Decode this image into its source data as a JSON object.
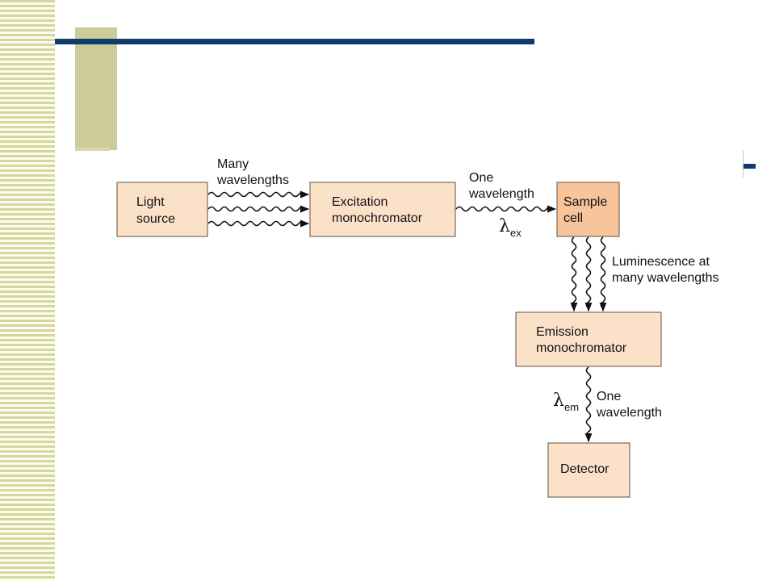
{
  "colors": {
    "box_fill": "#fce1c9",
    "sample_fill": "#f7c49c",
    "box_stroke": "#7a6a5a",
    "accent_navy": "#0e3d6b",
    "accent_olive": "#cccc99"
  },
  "nodes": {
    "light_source": [
      "Light",
      "source"
    ],
    "excitation": [
      "Excitation",
      "monochromator"
    ],
    "sample": [
      "Sample",
      "cell"
    ],
    "emission": [
      "Emission",
      "monochromator"
    ],
    "detector": [
      "Detector"
    ]
  },
  "labels": {
    "many_wavelengths": [
      "Many",
      "wavelengths"
    ],
    "one_wavelength_top": [
      "One",
      "wavelength"
    ],
    "lambda_ex": "λ",
    "lambda_ex_sub": "ex",
    "luminescence": [
      "Luminescence at",
      "many wavelengths"
    ],
    "lambda_em": "λ",
    "lambda_em_sub": "em",
    "one_wavelength_bottom": [
      "One",
      "wavelength"
    ]
  }
}
